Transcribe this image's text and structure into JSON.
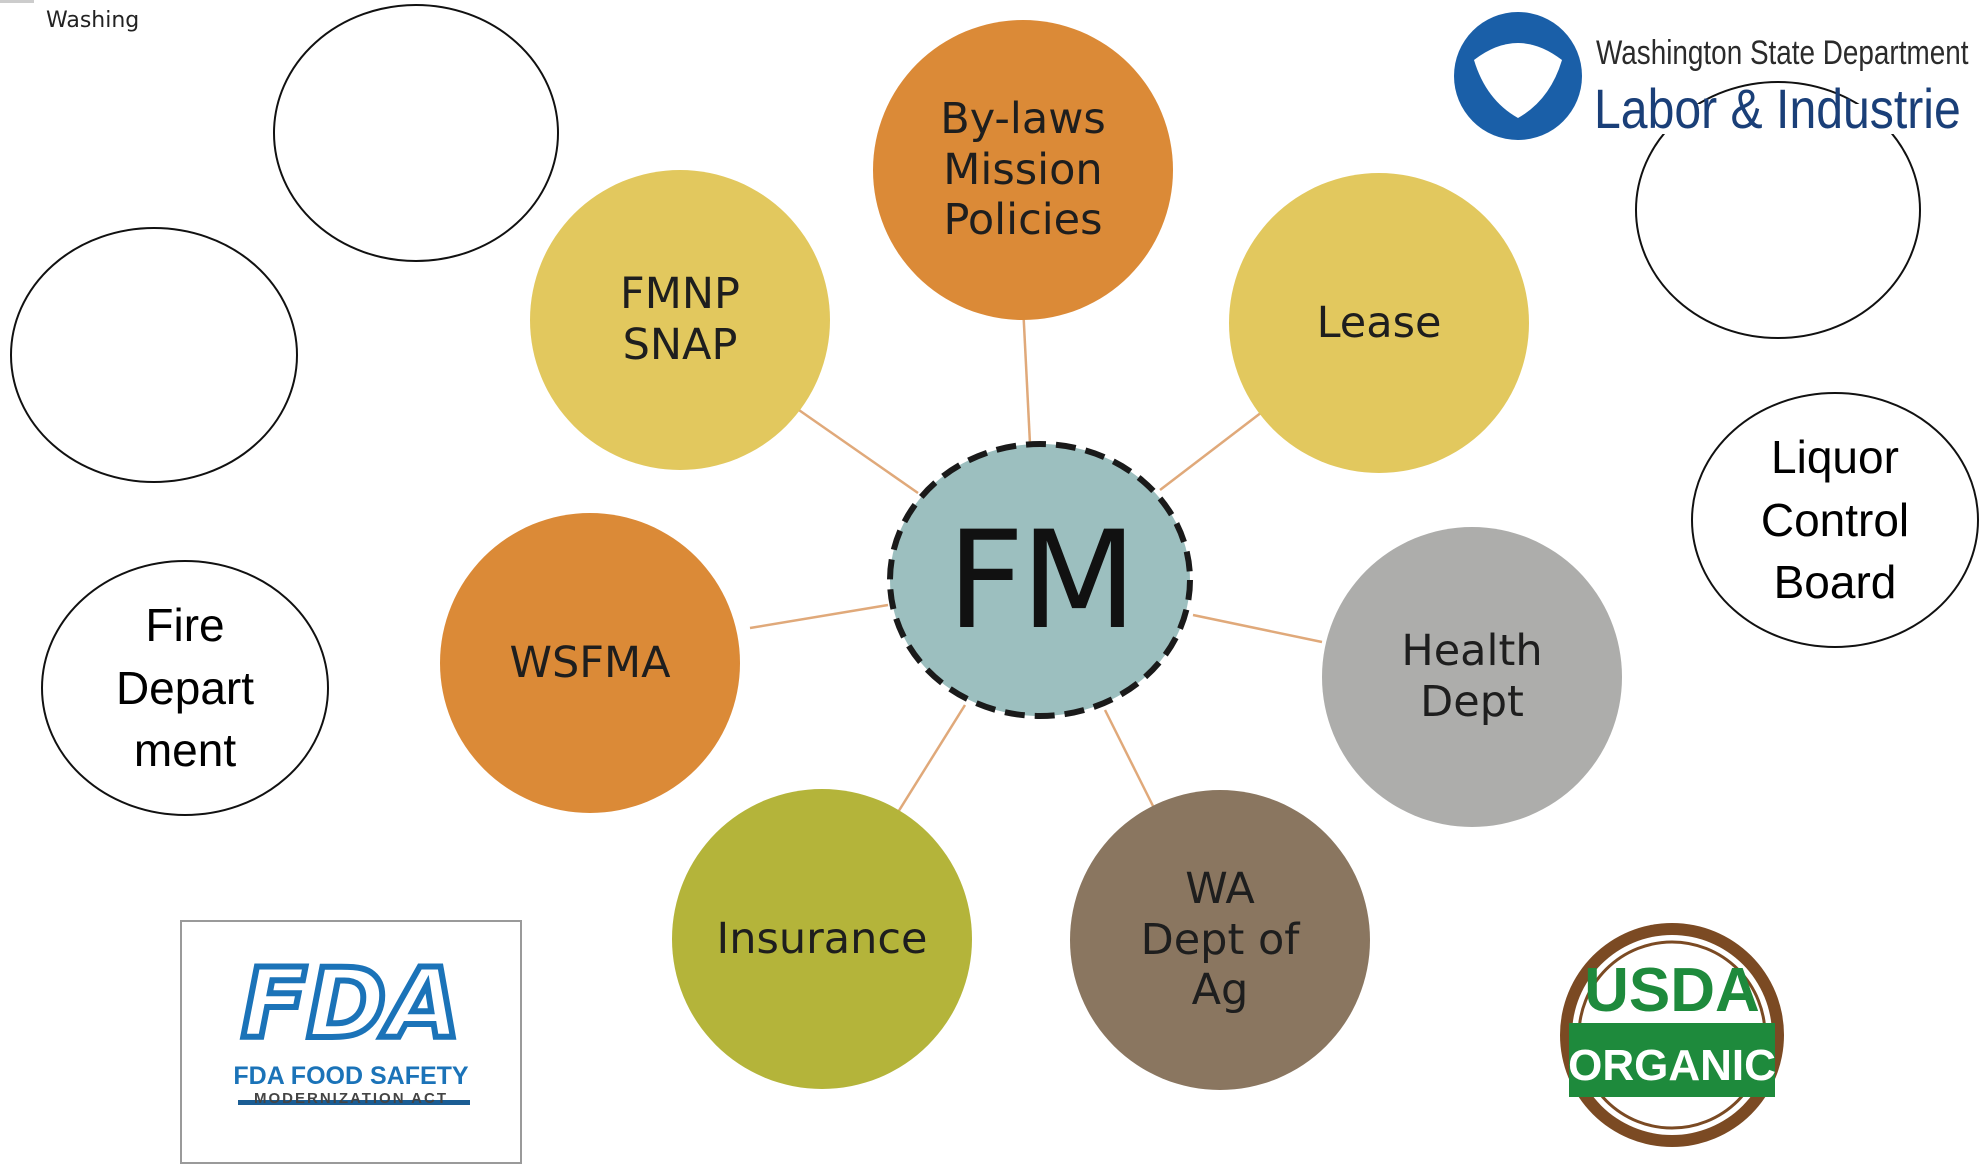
{
  "corner_text": "Washing",
  "center": {
    "label": "FM"
  },
  "nodes": [
    {
      "id": "bylaws",
      "label": "By-laws\nMission\nPolicies",
      "color": "#db8a37"
    },
    {
      "id": "lease",
      "label": "Lease",
      "color": "#e2c85e"
    },
    {
      "id": "health",
      "label": "Health\nDept",
      "color": "#adadab"
    },
    {
      "id": "agriculture",
      "label": "WA\nDept of\nAg",
      "color": "#8a7660"
    },
    {
      "id": "insurance",
      "label": "Insurance",
      "color": "#b4b43a"
    },
    {
      "id": "wsfma",
      "label": "WSFMA",
      "color": "#db8a37"
    },
    {
      "id": "fmnp",
      "label": "FMNP\nSNAP",
      "color": "#e2c85e"
    }
  ],
  "outline_circles": [
    {
      "id": "fire",
      "label": "Fire\nDepart\nment"
    },
    {
      "id": "liquor",
      "label": "Liquor\nControl\nBoard"
    }
  ],
  "logos": {
    "lni": {
      "line1": "Washington State Department",
      "line2": "Labor & Industrie"
    },
    "fda": {
      "wordmark": "FDA",
      "line1": "FDA FOOD SAFETY",
      "line2": "MODERNIZATION ACT"
    },
    "usda": {
      "line1": "USDA",
      "line2": "ORGANIC"
    }
  },
  "colors": {
    "center_fill": "#9cbfbf",
    "connector": "#e0a97a",
    "lni_blue": "#1a5fa8",
    "usda_green": "#1e8a3c",
    "usda_brown": "#7b4a23",
    "fda_blue": "#1b73b8"
  }
}
